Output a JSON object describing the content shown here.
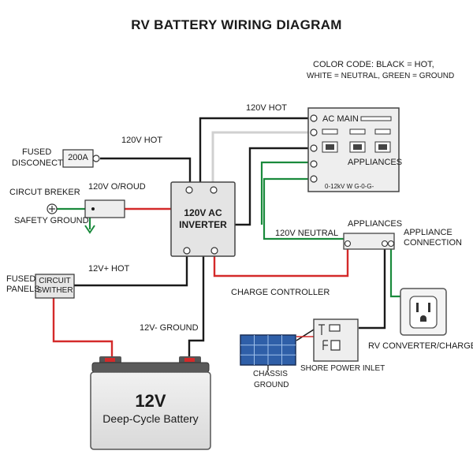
{
  "title": "RV BATTERY WIRING DIAGRAM",
  "color_code": {
    "line1": "COLOR CODE: BLACK = HOT,",
    "line2": "WHITE = NEUTRAL, GREEN = GROUND"
  },
  "wire_colors": {
    "hot": "#1a1a1a",
    "neutral": "#d4d4d4",
    "ground": "#1a8a3c",
    "positive": "#d42a2a"
  },
  "labels": {
    "fused_disconnect_1": "FUSED",
    "fused_disconnect_2": "DISCONECT",
    "fuse_rating": "200A",
    "hot_120v_left": "120V HOT",
    "circuit_breaker": "CIRCUT BREKER",
    "safety_ground": "SAFETY GROUND",
    "hot_ground": "120V O/ROUD",
    "inverter_1": "120V AC",
    "inverter_2": "INVERTER",
    "hot_120v_top": "120V HOT",
    "ac_main": "AC MAIN",
    "appliances_panel": "APPLIANCES",
    "panel_code": "0-12kV W G-0-G-",
    "appliances": "APPLIANCES",
    "neutral_120v": "120V NEUTRAL",
    "appliance_connection_1": "APPLIANCE",
    "appliance_connection_2": "CONNECTION",
    "fused_panels_1": "FUSED",
    "fused_panels_2": "PANELS",
    "circuit_switcher_1": "CIRCUIT",
    "circuit_switcher_2": "SWITHER",
    "plus_hot": "12V+ HOT",
    "charge_controller": "CHARGE CONTROLLER",
    "minus_ground": "12V- GROUND",
    "rv_converter": "RV CONVERTER/CHARGER",
    "chassis_1": "CHASSIS",
    "chassis_2": "GROUND",
    "shore_power": "SHORE POWER INLET",
    "battery_voltage": "12V",
    "battery_type": "Deep-Cycle Battery"
  }
}
